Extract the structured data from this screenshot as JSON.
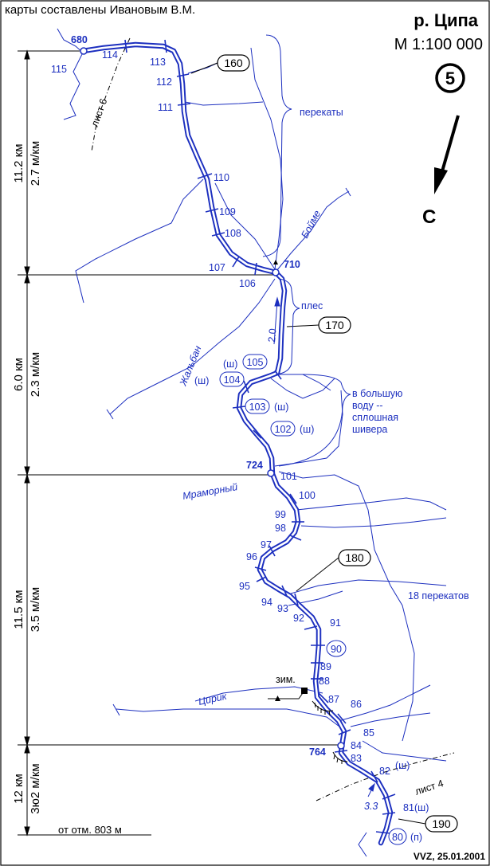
{
  "header": {
    "credit": "карты составлены Ивановым В.М.",
    "river_title": "р. Ципа",
    "scale": "М 1:100 000",
    "sheet_number": "5",
    "north_label": "С",
    "footer": "VVZ, 25.01.2001"
  },
  "sections": [
    {
      "length": "11.2 км",
      "gradient": "2.7 м/км"
    },
    {
      "length": "6.0 км",
      "gradient": "2.3 м/км"
    },
    {
      "length": "11.5 км",
      "gradient": "3.5 м/км"
    },
    {
      "length": "12 км",
      "gradient": "3ю2 м/км"
    }
  ],
  "bottom_note": "от отм. 803 м",
  "elevations": [
    "680",
    "710",
    "724",
    "764"
  ],
  "contour_labels": [
    "160",
    "170",
    "180",
    "190"
  ],
  "sheet_labels": {
    "top": "лист 6",
    "bottom": "лист 4"
  },
  "tributaries": {
    "boyme": "Бойме",
    "zhalban": "Жальбан",
    "mramorny": "Мраморный",
    "tsirik": "Цирик"
  },
  "notes": {
    "perekaty": "перекаты",
    "ples": "плес",
    "big_water_1": "в большую",
    "big_water_2": "воду --",
    "big_water_3": "сплошная",
    "big_water_4": "шивера",
    "perekatov18": "18 перекатов",
    "winter": "зим."
  },
  "flow_speeds": [
    "2.0",
    "3.3"
  ],
  "km_marks": {
    "k115": "115",
    "k114": "114",
    "k113": "113",
    "k112": "112",
    "k111": "111",
    "k110": "110",
    "k109": "109",
    "k108": "108",
    "k107": "107",
    "k106": "106",
    "k105": "105",
    "k104": "104",
    "k103": "103",
    "k102": "102",
    "k101": "101",
    "k100": "100",
    "k99": "99",
    "k98": "98",
    "k97": "97",
    "k96": "96",
    "k95": "95",
    "k94": "94",
    "k93": "93",
    "k92": "92",
    "k91": "91",
    "k90": "90",
    "k89": "89",
    "k88": "88",
    "k87": "87",
    "k86": "86",
    "k85": "85",
    "k84": "84",
    "k83": "83",
    "k82": "82",
    "k81": "81",
    "k80": "80"
  },
  "rapid_marks": {
    "sh": "(ш)",
    "p": "(п)"
  },
  "colors": {
    "river": "#1c2fbf",
    "frame": "#000000"
  }
}
